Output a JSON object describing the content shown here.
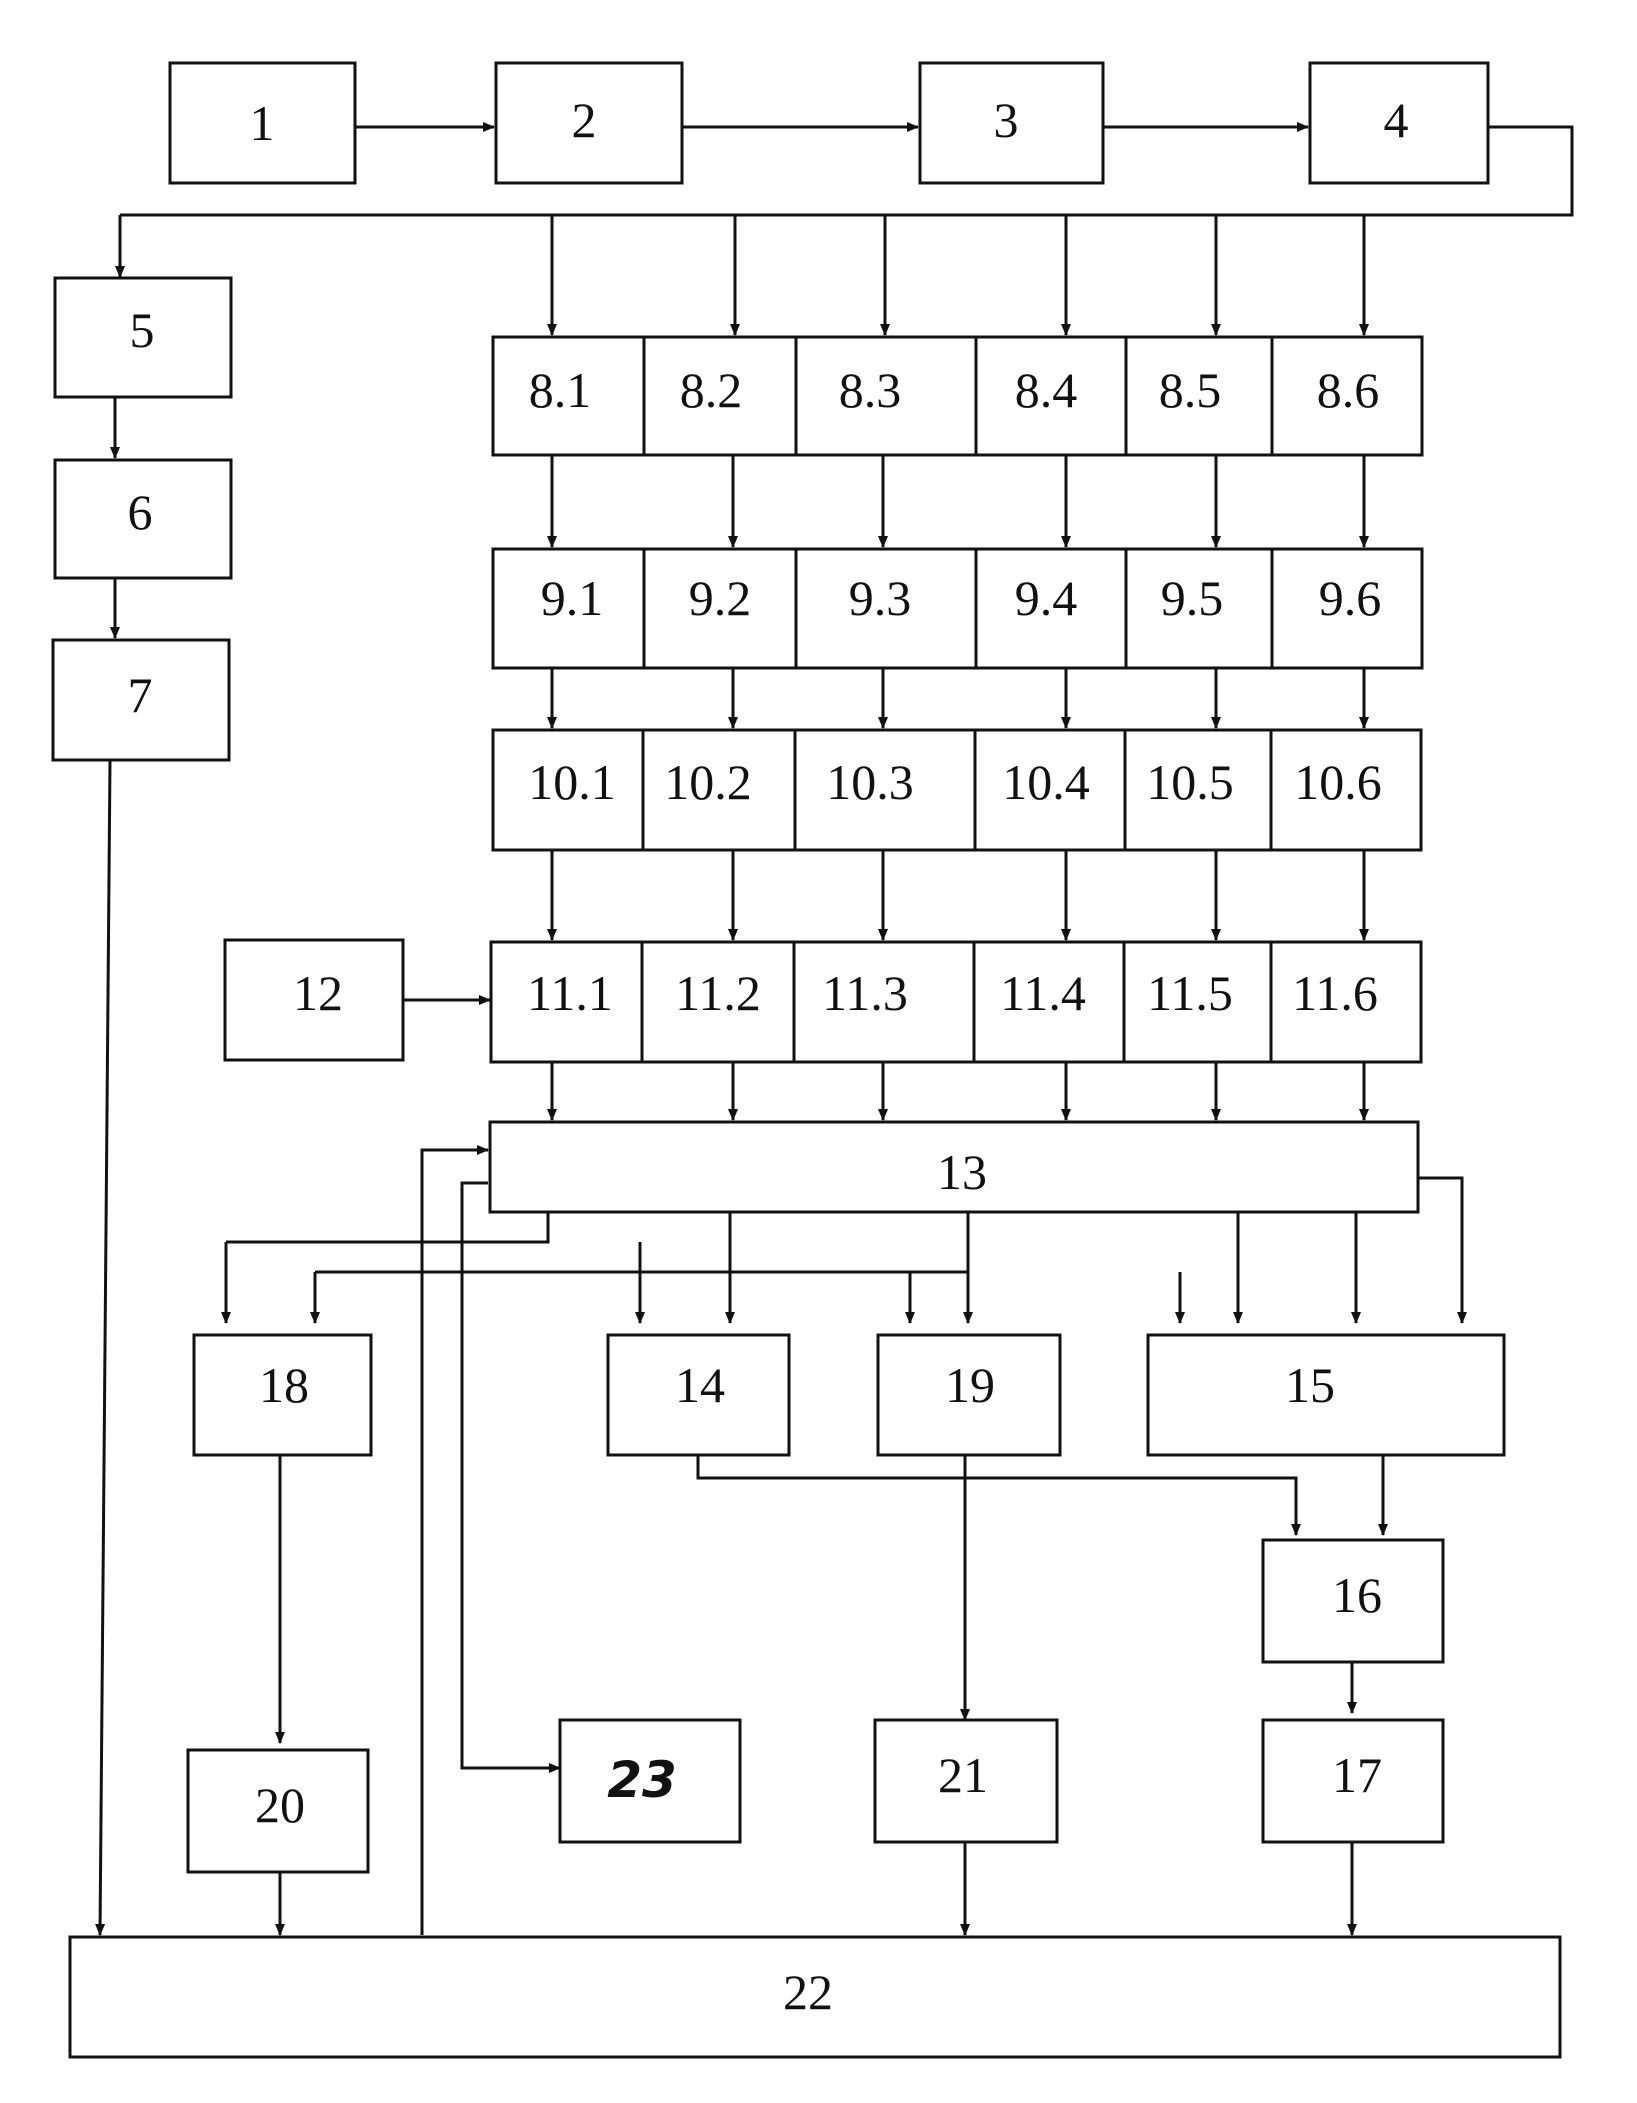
{
  "blocks": {
    "b1": "1",
    "b2": "2",
    "b3": "3",
    "b4": "4",
    "b5": "5",
    "b6": "6",
    "b7": "7",
    "b8_1": "8.1",
    "b8_2": "8.2",
    "b8_3": "8.3",
    "b8_4": "8.4",
    "b8_5": "8.5",
    "b8_6": "8.6",
    "b9_1": "9.1",
    "b9_2": "9.2",
    "b9_3": "9.3",
    "b9_4": "9.4",
    "b9_5": "9.5",
    "b9_6": "9.6",
    "b10_1": "10.1",
    "b10_2": "10.2",
    "b10_3": "10.3",
    "b10_4": "10.4",
    "b10_5": "10.5",
    "b10_6": "10.6",
    "b11_1": "11.1",
    "b11_2": "11.2",
    "b11_3": "11.3",
    "b11_4": "11.4",
    "b11_5": "11.5",
    "b11_6": "11.6",
    "b12": "12",
    "b13": "13",
    "b14": "14",
    "b15": "15",
    "b16": "16",
    "b17": "17",
    "b18": "18",
    "b19": "19",
    "b20": "20",
    "b21": "21",
    "b22": "22",
    "b23": "23"
  }
}
